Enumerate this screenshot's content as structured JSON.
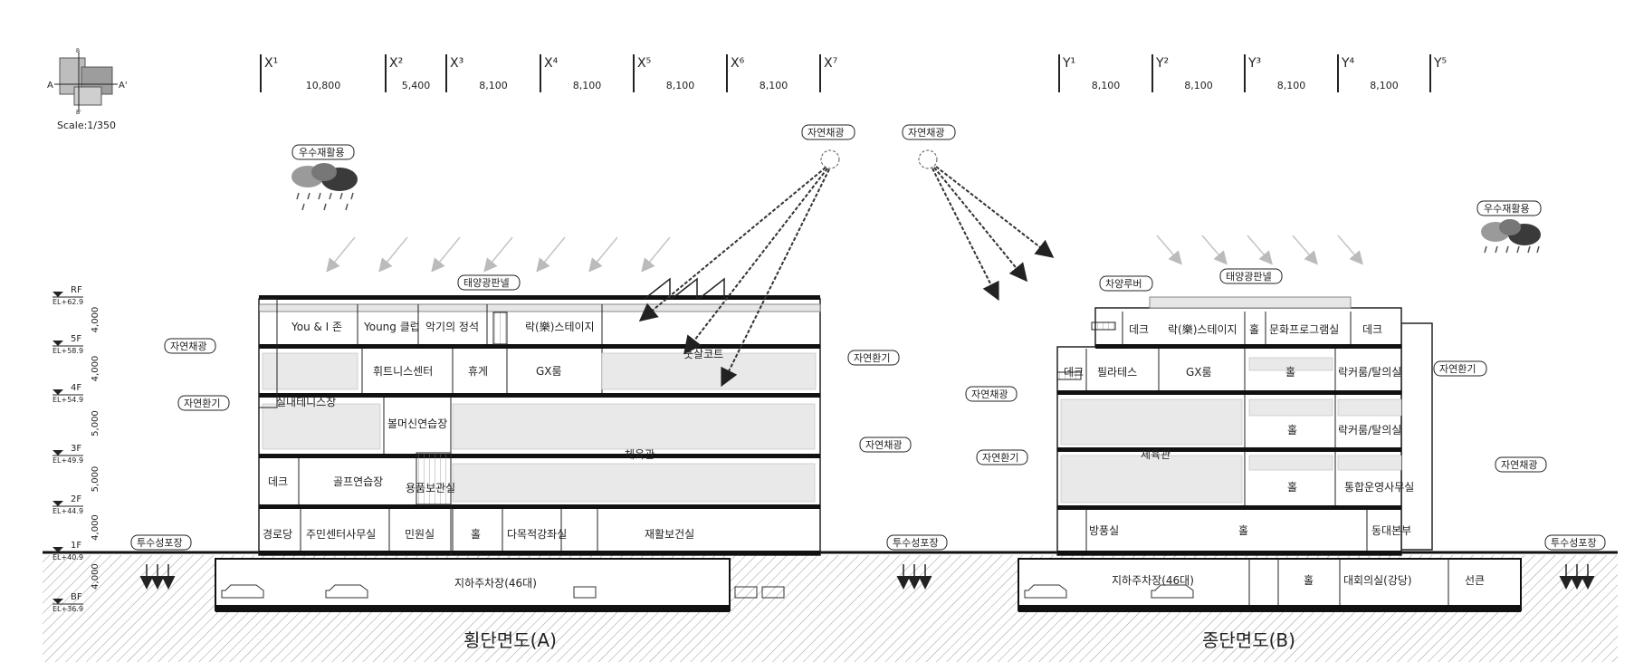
{
  "legend": {
    "scale": "Scale:1/350",
    "key_a": "A",
    "key_a2": "A'",
    "key_b": "B",
    "key_b2": "B'"
  },
  "axes_x": {
    "labels": [
      "X¹",
      "X²",
      "X³",
      "X⁴",
      "X⁵",
      "X⁶",
      "X⁷"
    ],
    "dims": [
      "10,800",
      "5,400",
      "8,100",
      "8,100",
      "8,100",
      "8,100"
    ]
  },
  "axes_y": {
    "labels": [
      "Y¹",
      "Y²",
      "Y³",
      "Y⁴",
      "Y⁵"
    ],
    "dims": [
      "8,100",
      "8,100",
      "8,100",
      "8,100"
    ]
  },
  "levels": [
    {
      "name": "RF",
      "el": "EL+62.9"
    },
    {
      "name": "5F",
      "el": "EL+58.9"
    },
    {
      "name": "4F",
      "el": "EL+54.9"
    },
    {
      "name": "3F",
      "el": "EL+49.9"
    },
    {
      "name": "2F",
      "el": "EL+44.9"
    },
    {
      "name": "1F",
      "el": "EL+40.9"
    },
    {
      "name": "BF",
      "el": "EL+36.9"
    }
  ],
  "heights": [
    "4,000",
    "4,000",
    "5,000",
    "5,000",
    "4,000",
    "4,000"
  ],
  "section_a": {
    "title": "횡단면도(A)",
    "tags": {
      "rain": "우수재활용",
      "solar": "태양광판넬",
      "daylight_left": "자연채광",
      "vent_left": "자연환기",
      "vent_right": "자연환기",
      "daylight_right": "자연채광",
      "paving": "투수성포장"
    },
    "rooms": {
      "you_zone": "You & I 존",
      "young_club": "Young 클럽",
      "music_room": "악기의 정석",
      "rak_stage": "락(樂)스테이지",
      "fitness": "휘트니스센터",
      "lounge": "휴게",
      "gx": "GX룸",
      "futsal": "풋살코트",
      "indoor_tennis": "실내테니스장",
      "bowling": "볼머신연습장",
      "gym": "체육관",
      "deck": "데크",
      "golf": "골프연습장",
      "storage": "용품보관실",
      "elder": "경로당",
      "resident": "주민센터사무실",
      "civil": "민원실",
      "hall": "홀",
      "multi_class": "다목적강좌실",
      "rehab": "재활보건실",
      "parking": "지하주차장(46대)"
    }
  },
  "section_b": {
    "title": "종단면도(B)",
    "tags": {
      "daylight_top_left": "자연채광",
      "daylight_top_right": "자연채광",
      "louver": "차양루버",
      "solar": "태양광판넬",
      "rain": "우수재활용",
      "daylight_left": "자연채광",
      "vent_left": "자연환기",
      "vent_right": "자연환기",
      "daylight_right": "자연채광",
      "paving_left": "투수성포장",
      "paving_right": "투수성포장"
    },
    "rooms": {
      "deck1": "데크",
      "rak_stage": "락(樂)스테이지",
      "hall5": "홀",
      "culture": "문화프로그램실",
      "deck2": "데크",
      "deck3": "데크",
      "pilates": "필라테스",
      "gx": "GX룸",
      "hall4": "홀",
      "locker4": "락커룸/탈의실",
      "hall3": "홀",
      "locker3": "락커룸/탈의실",
      "gym": "체육관",
      "hall2": "홀",
      "ops": "통합운영사무실",
      "broadcast": "방풍실",
      "hall1": "홀",
      "village": "동대본부",
      "parking": "지하주차장(46대)",
      "hallb": "홀",
      "meeting": "대회의실(강당)",
      "booth": "선큰"
    }
  },
  "colors": {
    "line": "#222222",
    "hatch": "#9a9a9a",
    "glass": "#bdbdbd",
    "slab": "#111111"
  }
}
